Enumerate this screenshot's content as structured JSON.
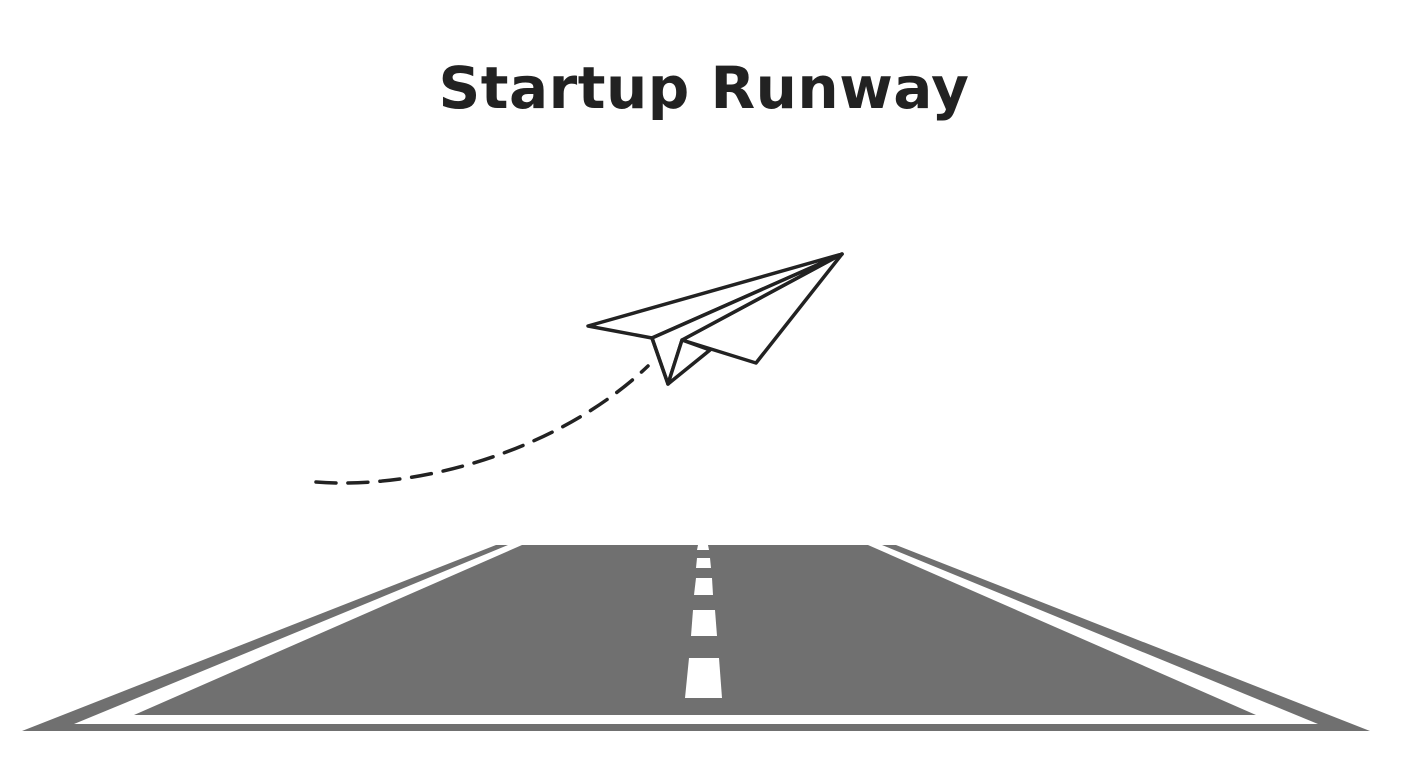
{
  "title": "Startup Runway",
  "colors": {
    "background": "#ffffff",
    "title_text": "#222222",
    "line_art": "#222222",
    "runway_surface": "#707070",
    "runway_markings": "#ffffff"
  },
  "illustration": {
    "icon": "paper-plane-icon",
    "flight_path": "dashed-curve",
    "ground": "runway"
  }
}
